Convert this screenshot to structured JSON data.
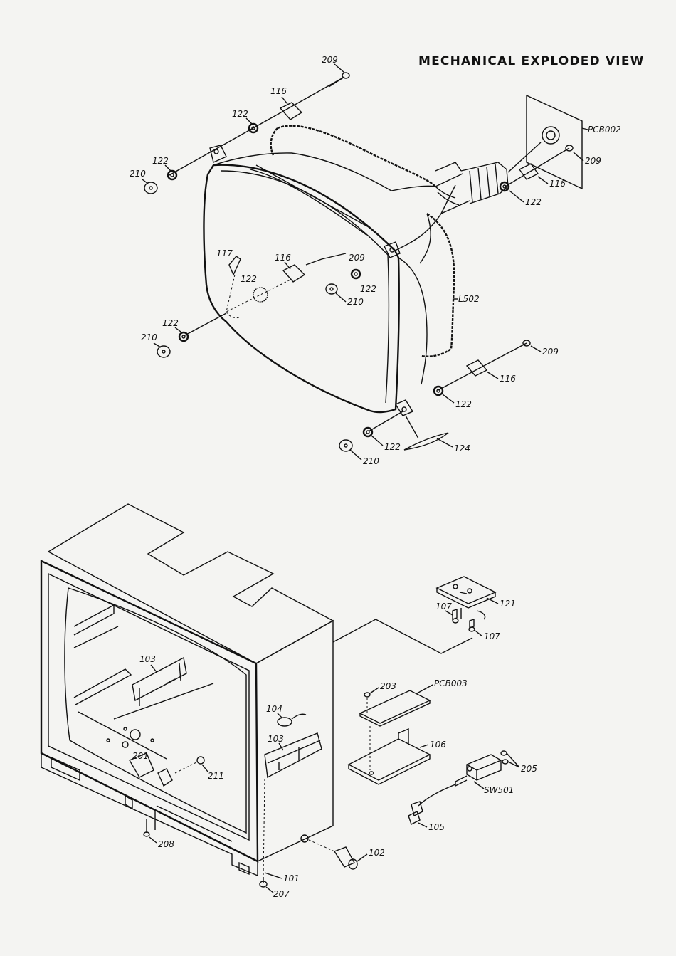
{
  "title": "MECHANICAL EXPLODED VIEW",
  "labels": {
    "l209a": "209",
    "l116a": "116",
    "l122a": "122",
    "l122b": "122",
    "l210a": "210",
    "lPCB002": "PCB002",
    "l209b": "209",
    "l116b": "116",
    "l122c": "122",
    "l117": "117",
    "l116c": "116",
    "l209c": "209",
    "l122d": "122",
    "l122e": "122",
    "l210b": "210",
    "l122f": "122",
    "l210c": "210",
    "lL502": "L502",
    "l209d": "209",
    "l116d": "116",
    "l122g": "122",
    "l122h": "122",
    "l124": "124",
    "l210d": "210",
    "l121": "121",
    "l107a": "107",
    "l107b": "107",
    "l103a": "103",
    "l203": "203",
    "lPCB003": "PCB003",
    "l104": "104",
    "l103b": "103",
    "l106": "106",
    "l205": "205",
    "lSW501": "SW501",
    "l201": "201",
    "l211": "211",
    "l105": "105",
    "l208": "208",
    "l102": "102",
    "l101": "101",
    "l207": "207"
  }
}
